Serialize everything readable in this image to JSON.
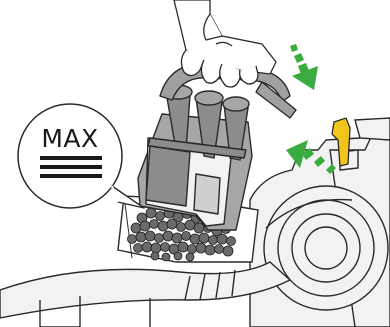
{
  "callout": {
    "label": "MAX"
  },
  "arrows": {
    "color": "#3aab3f",
    "items": [
      {
        "name": "top-right-arrow",
        "direction": "down"
      },
      {
        "name": "middle-right-arrow",
        "direction": "left"
      }
    ]
  },
  "colors": {
    "bin_body": "#a6a6a6",
    "bin_dark": "#8c8c8c",
    "handle": "#a0a0a0",
    "release_button": "#f2c51d",
    "machine": "#f2f2f2",
    "outline": "#2a2a2a",
    "dirt": "#6a6a6a"
  }
}
